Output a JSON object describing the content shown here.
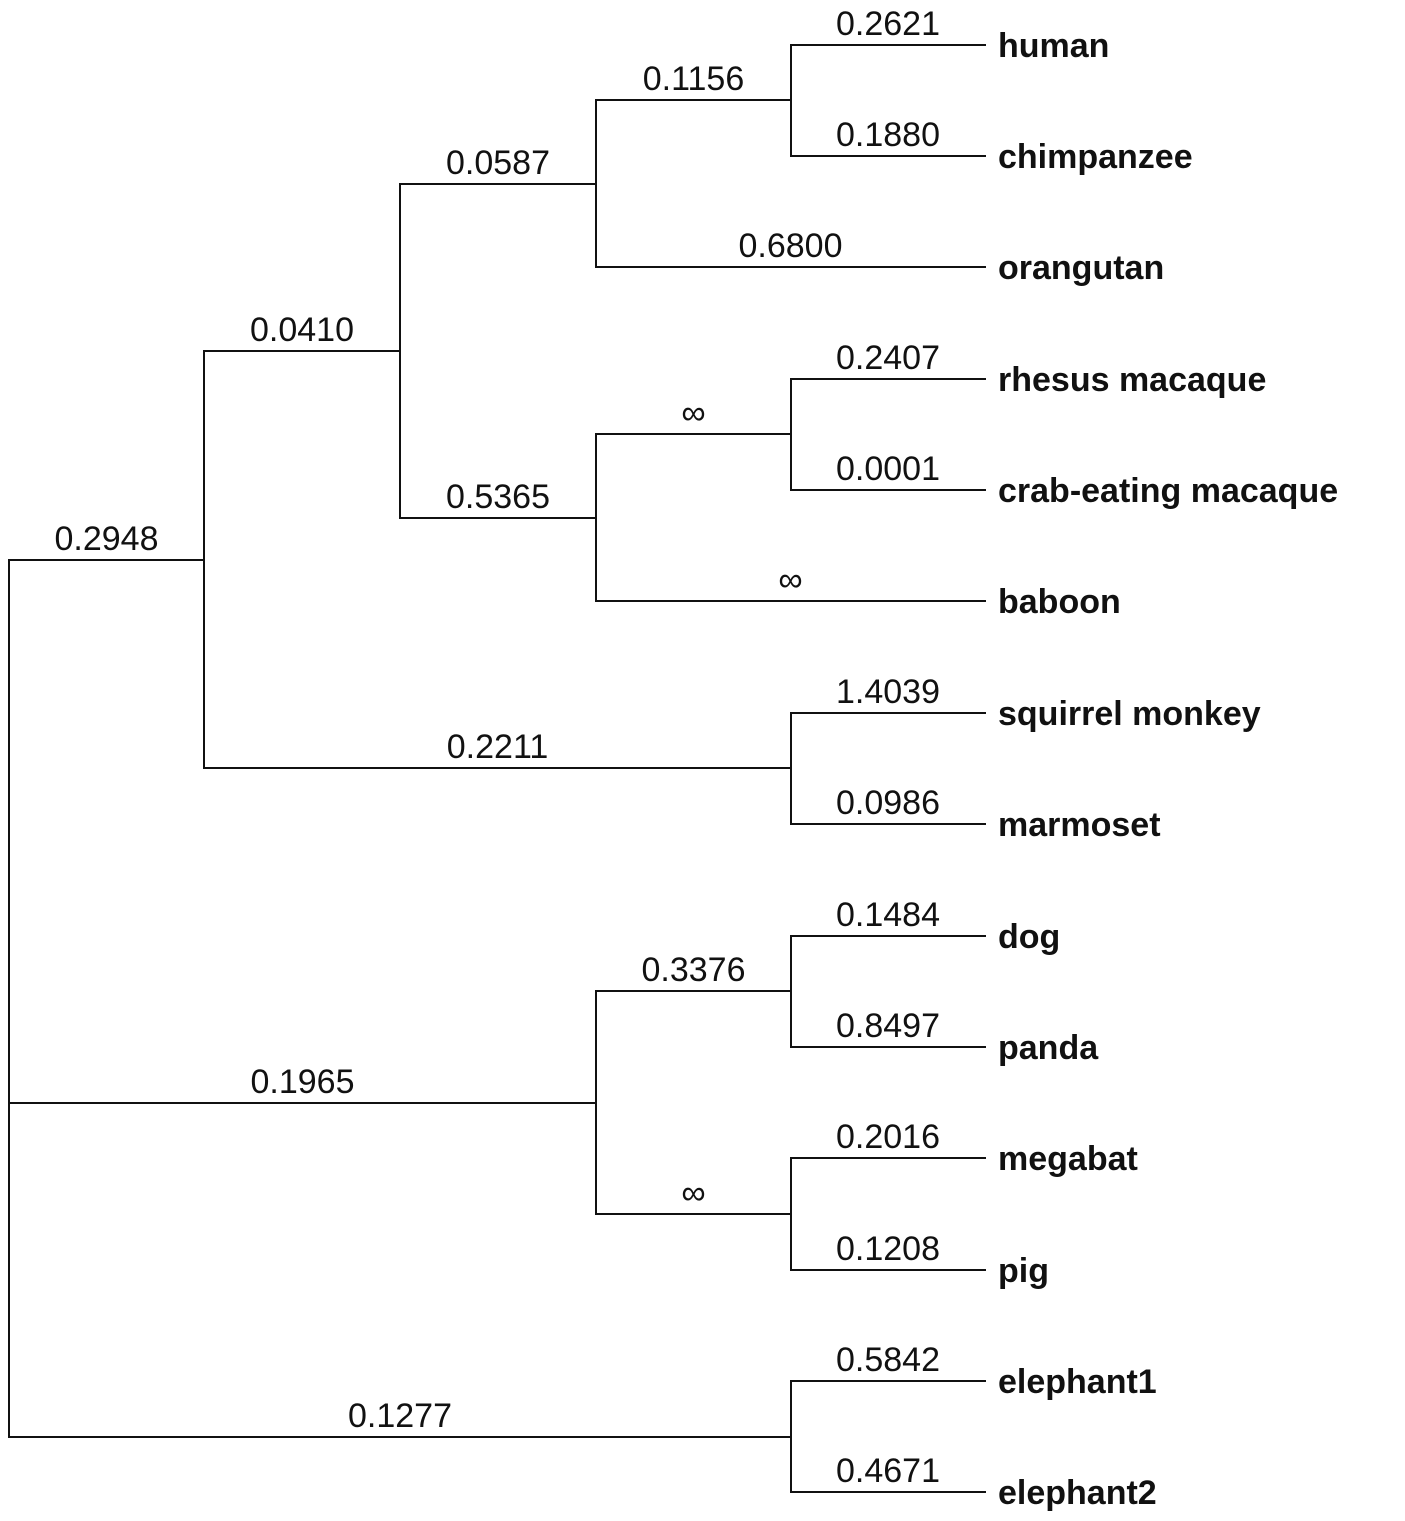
{
  "tree": {
    "leaves": [
      {
        "id": "human",
        "label": "human",
        "branch_length": "0.2621"
      },
      {
        "id": "chimpanzee",
        "label": "chimpanzee",
        "branch_length": "0.1880"
      },
      {
        "id": "orangutan",
        "label": "orangutan",
        "branch_length": "0.6800"
      },
      {
        "id": "rhesus",
        "label": "rhesus macaque",
        "branch_length": "0.2407"
      },
      {
        "id": "crab",
        "label": "crab-eating macaque",
        "branch_length": "0.0001"
      },
      {
        "id": "baboon",
        "label": "baboon",
        "branch_length": "∞"
      },
      {
        "id": "squirrel",
        "label": "squirrel monkey",
        "branch_length": "1.4039"
      },
      {
        "id": "marmoset",
        "label": "marmoset",
        "branch_length": "0.0986"
      },
      {
        "id": "dog",
        "label": "dog",
        "branch_length": "0.1484"
      },
      {
        "id": "panda",
        "label": "panda",
        "branch_length": "0.8497"
      },
      {
        "id": "megabat",
        "label": "megabat",
        "branch_length": "0.2016"
      },
      {
        "id": "pig",
        "label": "pig",
        "branch_length": "0.1208"
      },
      {
        "id": "elephant1",
        "label": "elephant1",
        "branch_length": "0.5842"
      },
      {
        "id": "elephant2",
        "label": "elephant2",
        "branch_length": "0.4671"
      }
    ],
    "internal_branches": [
      {
        "id": "human-chimp",
        "branch_length": "0.1156"
      },
      {
        "id": "great-apes",
        "branch_length": "0.0587"
      },
      {
        "id": "macaques",
        "branch_length": "∞"
      },
      {
        "id": "old-world-monkeys",
        "branch_length": "0.5365"
      },
      {
        "id": "catarrhini",
        "branch_length": "0.0410"
      },
      {
        "id": "new-world-monkeys",
        "branch_length": "0.2211"
      },
      {
        "id": "primates",
        "branch_length": "0.2948"
      },
      {
        "id": "carnivores",
        "branch_length": "0.3376"
      },
      {
        "id": "bat-pig",
        "branch_length": "∞"
      },
      {
        "id": "laurasiatheria",
        "branch_length": "0.1965"
      },
      {
        "id": "elephants",
        "branch_length": "0.1277"
      }
    ]
  }
}
